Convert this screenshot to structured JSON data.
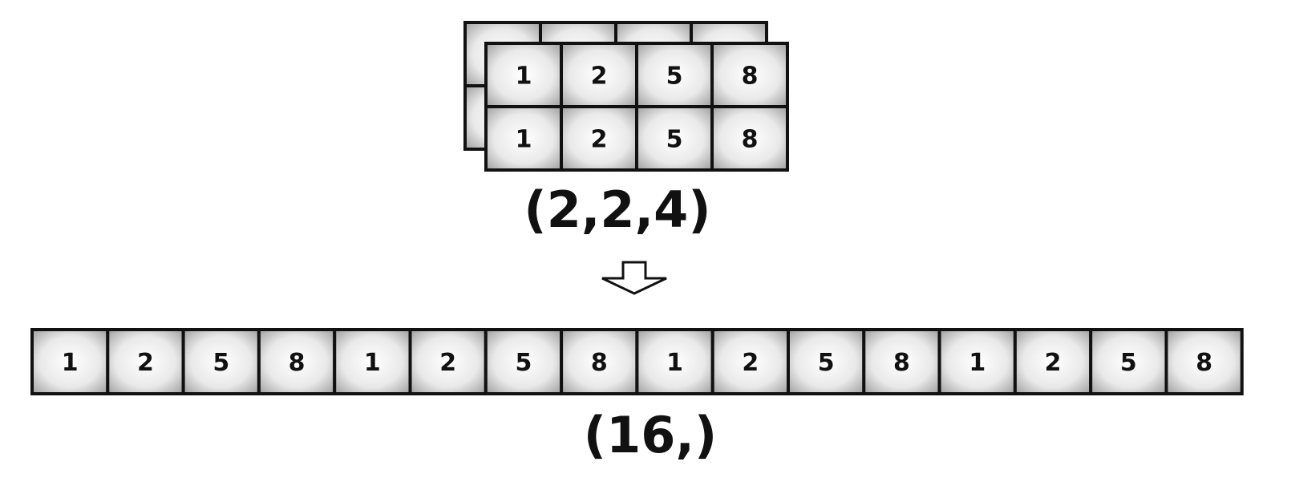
{
  "tensor_3d": {
    "rows": [
      [
        "1",
        "2",
        "5",
        "8"
      ],
      [
        "1",
        "2",
        "5",
        "8"
      ]
    ],
    "shape_label": "(2,2,4)"
  },
  "tensor_1d": {
    "cells": [
      "1",
      "2",
      "5",
      "8",
      "1",
      "2",
      "5",
      "8",
      "1",
      "2",
      "5",
      "8",
      "1",
      "2",
      "5",
      "8"
    ],
    "shape_label": "(16,)"
  },
  "colors": {
    "border": "#111111",
    "cell_center": "#ffffff",
    "cell_edge": "#9a9a9a"
  }
}
